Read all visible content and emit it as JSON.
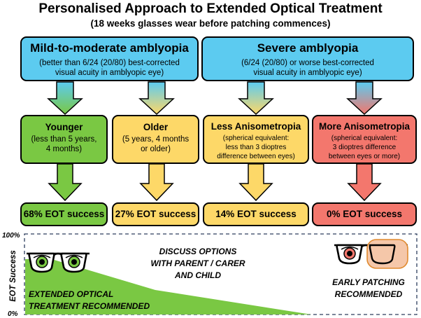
{
  "header": {
    "title": "Personalised Approach to Extended Optical Treatment",
    "subtitle": "(18 weeks glasses wear before patching commences)"
  },
  "categories": [
    {
      "title": "Mild-to-moderate amblyopia",
      "desc_line1": "(better than 6/24 (20/80) best-corrected",
      "desc_line2": "visual acuity in amblyopic eye)"
    },
    {
      "title": "Severe amblyopia",
      "desc_line1": "(6/24 (20/80) or worse best-corrected",
      "desc_line2": "visual acuity in amblyopic eye)"
    }
  ],
  "groups": [
    {
      "title": "Younger",
      "line1": "(less than 5 years,",
      "line2": "4 months)",
      "line3": "",
      "result": "68% EOT success",
      "color": "#7ac843"
    },
    {
      "title": "Older",
      "line1": "(5 years, 4 months",
      "line2": "or older)",
      "line3": "",
      "result": "27% EOT success",
      "color": "#fdd868"
    },
    {
      "title": "Less Anisometropia",
      "line1": "(spherical equivalent:",
      "line2": "less than 3 dioptres",
      "line3": "difference between eyes)",
      "result": "14% EOT success",
      "color": "#fdd868"
    },
    {
      "title": "More Anisometropia",
      "line1": "(spherical equivalent:",
      "line2": "3 dioptres difference",
      "line3": "between eyes or more)",
      "result": "0% EOT success",
      "color": "#f3776d"
    }
  ],
  "bottom": {
    "y_axis_label": "EOT Success",
    "y_top": "100%",
    "y_bottom": "0%",
    "left_label_line1": "EXTENDED OPTICAL",
    "left_label_line2": "TREATMENT RECOMMENDED",
    "center_label_line1": "DISCUSS OPTIONS",
    "center_label_line2": "WITH PARENT / CARER",
    "center_label_line3": "AND CHILD",
    "right_label_line1": "EARLY PATCHING",
    "right_label_line2": "RECOMMENDED",
    "area_color": "#7ac843",
    "patch_color": "#f5c7a9"
  }
}
